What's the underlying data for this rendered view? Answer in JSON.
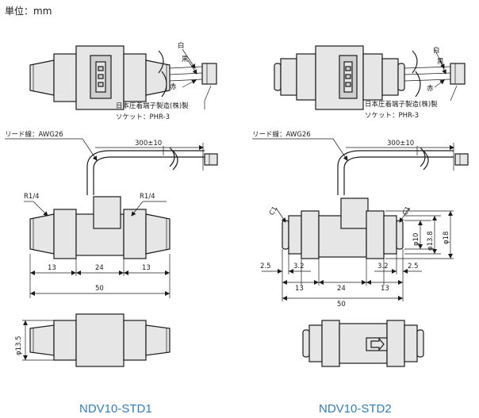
{
  "unit_label": "単位：mm",
  "left": {
    "model": "NDV10-STD1",
    "wire_white": "白",
    "wire_black": "黒",
    "wire_red": "赤",
    "maker": "日本圧着端子製造(株)製",
    "socket": "ソケット：PHR-3",
    "lead": "リード線：AWG26",
    "lead_length": "300±10",
    "thread_left": "R1/4",
    "thread_right": "R1/4",
    "dim_a": "13",
    "dim_b": "24",
    "dim_c": "13",
    "dim_total": "50",
    "dia": "φ13.5"
  },
  "right": {
    "model": "NDV10-STD2",
    "wire_white": "白",
    "wire_black": "黒",
    "wire_red": "赤",
    "maker": "日本圧着端子製造(株)製",
    "socket": "ソケット：PHR-3",
    "lead": "リード線：AWG26",
    "lead_length": "300±10",
    "chamfer_left": "C1",
    "chamfer_right": "C1",
    "dia_inner": "φ10",
    "dia_mid": "φ13.8",
    "dia_outer": "φ18",
    "dim_edge_l": "2.5",
    "dim_edge_r": "2.5",
    "dim_groove_l": "3.2",
    "dim_groove_r": "3.2",
    "dim_a": "13",
    "dim_b": "24",
    "dim_c": "13",
    "dim_total": "50"
  }
}
